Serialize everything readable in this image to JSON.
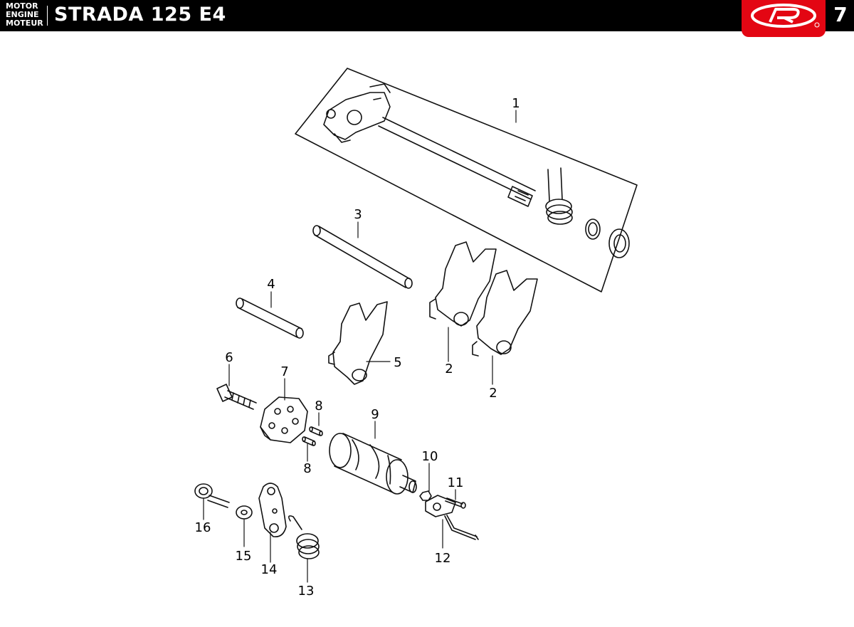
{
  "header": {
    "category_lines": [
      "MOTOR",
      "ENGINE",
      "MOTEUR"
    ],
    "model_title": "STRADA 125 E4",
    "page_number": "7",
    "logo_icon": "rieju-r-logo",
    "logo_color": "#e30613"
  },
  "callouts": [
    {
      "id": "c1",
      "label": "1"
    },
    {
      "id": "c2a",
      "label": "2"
    },
    {
      "id": "c2b",
      "label": "2"
    },
    {
      "id": "c3",
      "label": "3"
    },
    {
      "id": "c4",
      "label": "4"
    },
    {
      "id": "c5",
      "label": "5"
    },
    {
      "id": "c6",
      "label": "6"
    },
    {
      "id": "c7",
      "label": "7"
    },
    {
      "id": "c8a",
      "label": "8"
    },
    {
      "id": "c8b",
      "label": "8"
    },
    {
      "id": "c9",
      "label": "9"
    },
    {
      "id": "c10",
      "label": "10"
    },
    {
      "id": "c11",
      "label": "11"
    },
    {
      "id": "c12",
      "label": "12"
    },
    {
      "id": "c13",
      "label": "13"
    },
    {
      "id": "c14",
      "label": "14"
    },
    {
      "id": "c15",
      "label": "15"
    },
    {
      "id": "c16",
      "label": "16"
    }
  ]
}
